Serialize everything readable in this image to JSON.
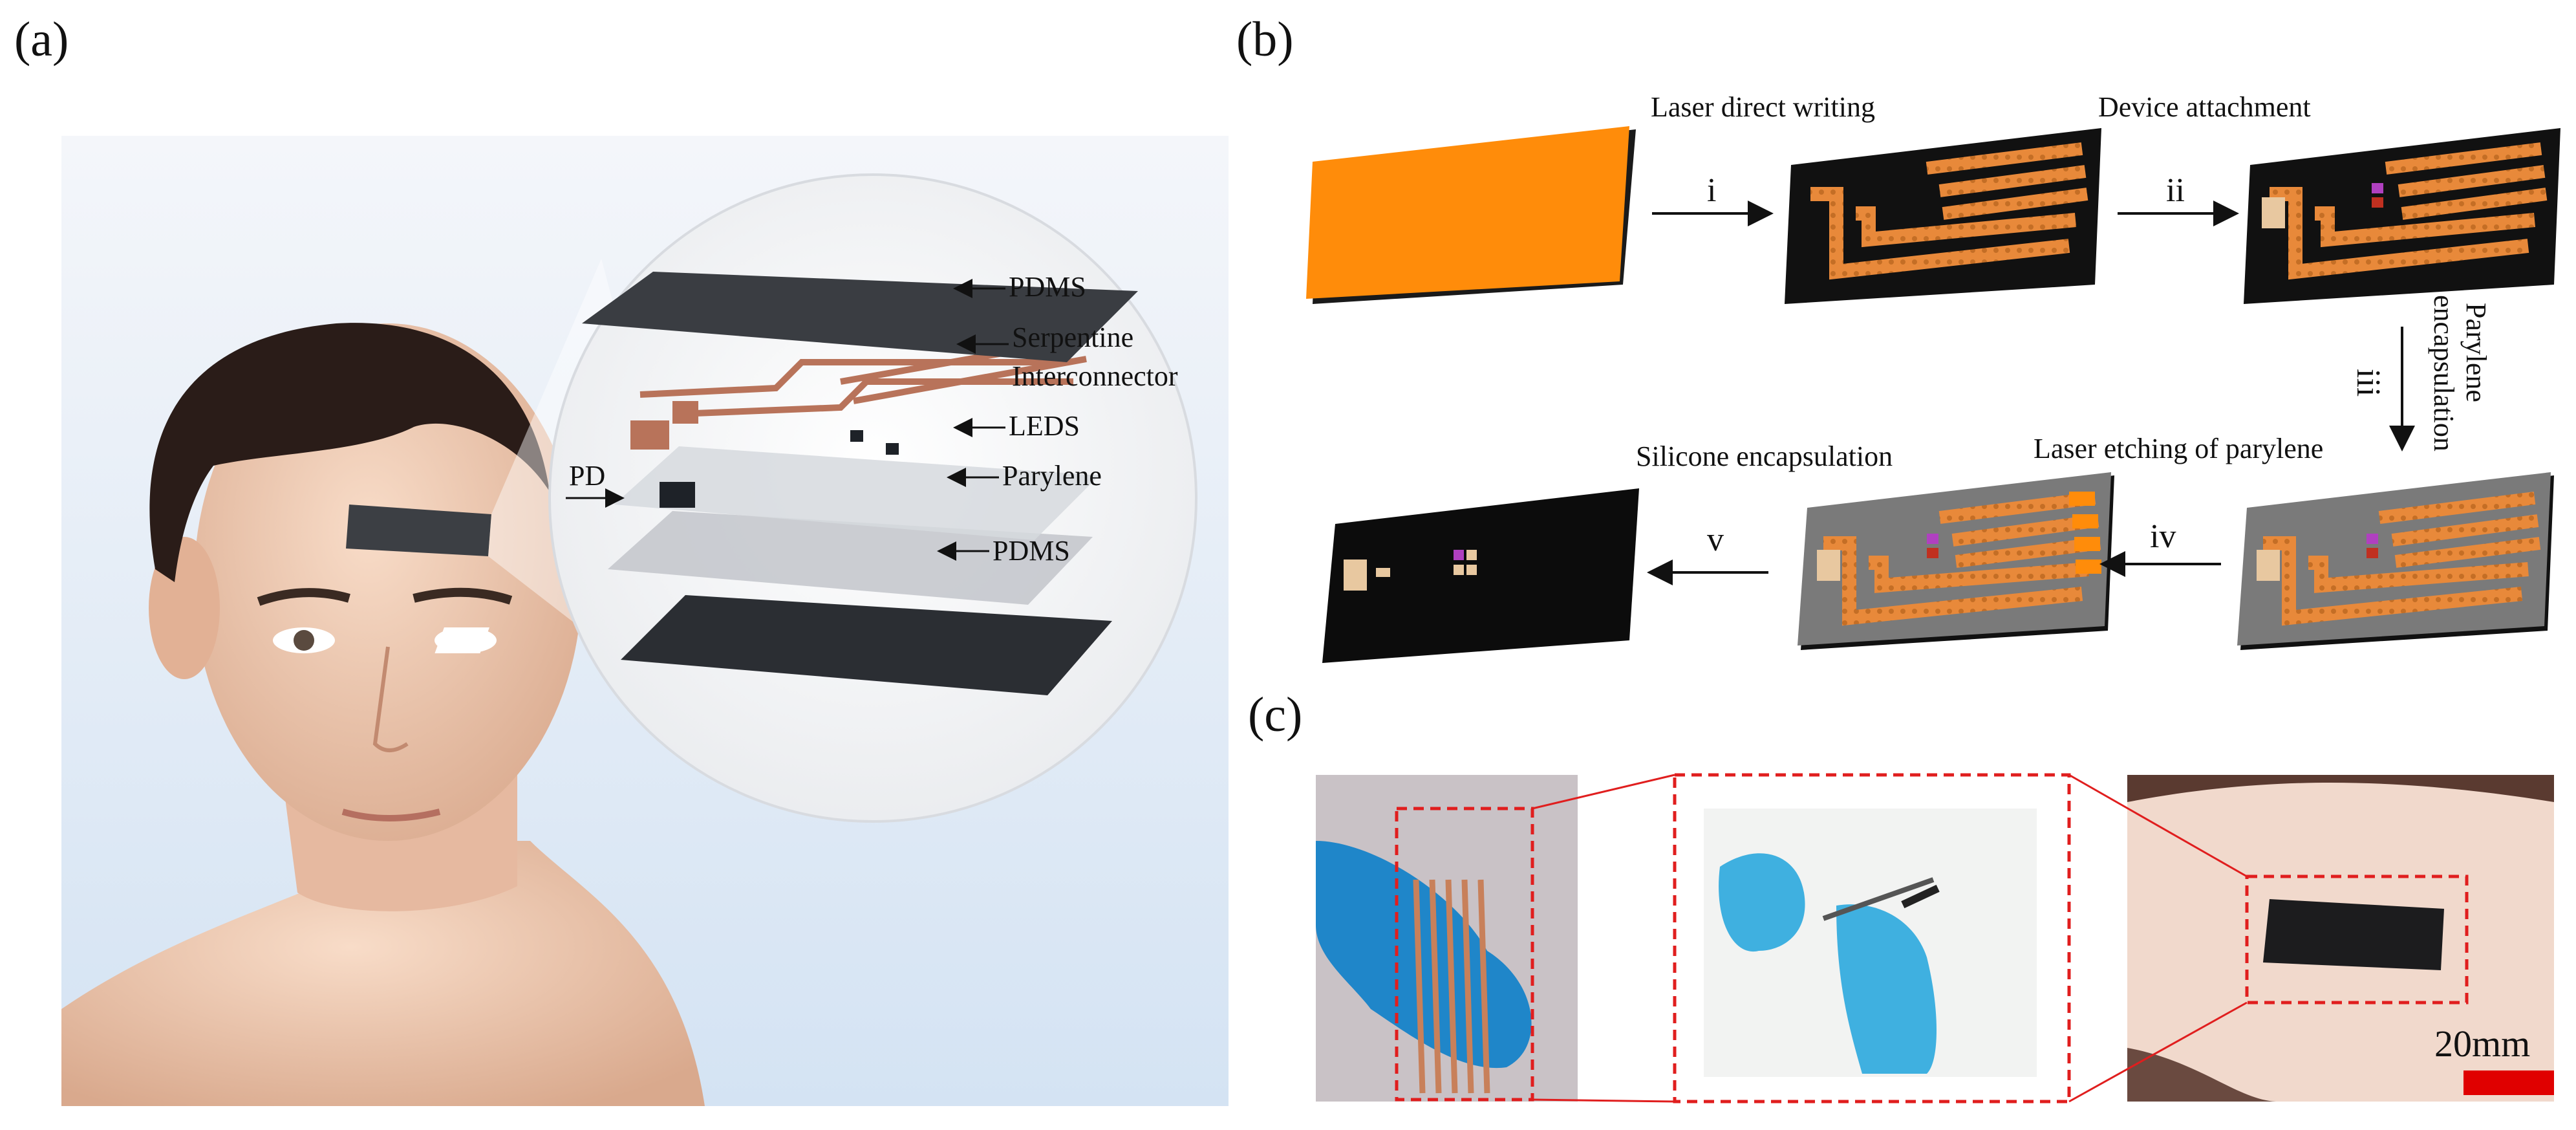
{
  "panels": {
    "a": {
      "label": "(a)",
      "layers": [
        {
          "name": "pdms_top",
          "label": "PDMS",
          "color": "#3a3d42"
        },
        {
          "name": "serpentine",
          "label_line1": "Serpentine",
          "label_line2": "Interconnector",
          "color": "#b8735a"
        },
        {
          "name": "leds",
          "label": "LEDS",
          "color": "#d0d3d8"
        },
        {
          "name": "parylene",
          "label": "Parylene",
          "color": "#c7cacf"
        },
        {
          "name": "pdms_bottom",
          "label": "PDMS",
          "color": "#2b2e33"
        }
      ],
      "pd_label": "PD"
    },
    "b": {
      "label": "(b)",
      "steps": [
        {
          "numeral": "i",
          "caption": "Laser direct writing"
        },
        {
          "numeral": "ii",
          "caption": "Device attachment"
        },
        {
          "numeral": "iii",
          "caption_line1": "Parylene",
          "caption_line2": "encapsulation"
        },
        {
          "numeral": "iv",
          "caption": "Laser etching of parylene"
        },
        {
          "numeral": "v",
          "caption": "Silicone encapsulation"
        }
      ],
      "colors": {
        "substrate": "#ff8c0a",
        "black": "#111111",
        "grey": "#7a7a7a",
        "trace": "#e8893a"
      }
    },
    "c": {
      "label": "(c)",
      "scale_bar": "20mm",
      "colors": {
        "dash": "#e01e1e",
        "scale": "#e00000",
        "glove": "#1f86c9"
      }
    }
  }
}
